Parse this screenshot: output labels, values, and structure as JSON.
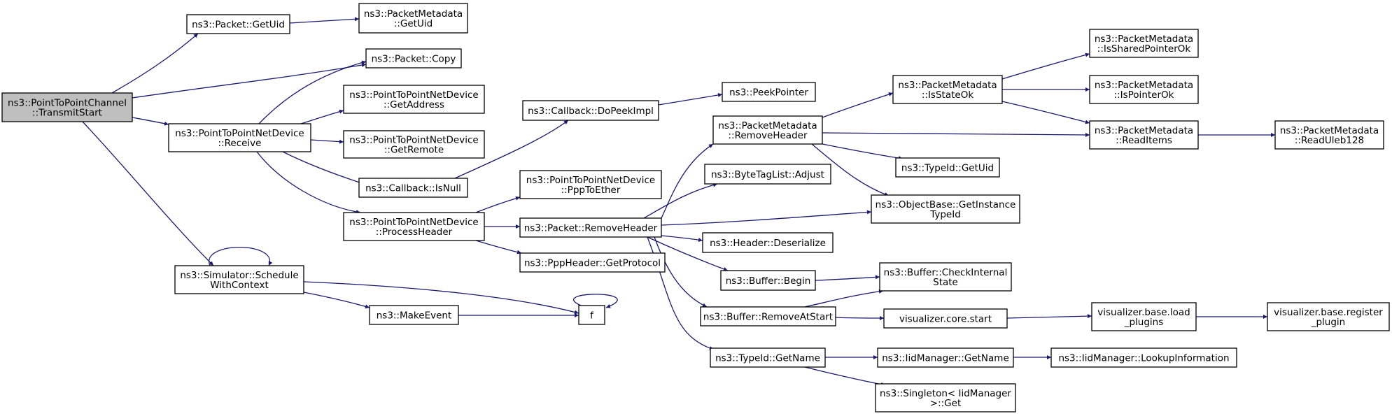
{
  "nodes": [
    {
      "id": "transmitstart",
      "lines": [
        "ns3::PointToPointChannel",
        "::TransmitStart"
      ],
      "root": true
    },
    {
      "id": "packet-getuid",
      "lines": [
        "ns3::Packet::GetUid"
      ]
    },
    {
      "id": "pm-getuid",
      "lines": [
        "ns3::PacketMetadata",
        "::GetUid"
      ]
    },
    {
      "id": "packet-copy",
      "lines": [
        "ns3::Packet::Copy"
      ]
    },
    {
      "id": "p2p-receive",
      "lines": [
        "ns3::PointToPointNetDevice",
        "::Receive"
      ]
    },
    {
      "id": "p2p-getaddress",
      "lines": [
        "ns3::PointToPointNetDevice",
        "::GetAddress"
      ]
    },
    {
      "id": "p2p-getremote",
      "lines": [
        "ns3::PointToPointNetDevice",
        "::GetRemote"
      ]
    },
    {
      "id": "callback-isnull",
      "lines": [
        "ns3::Callback::IsNull"
      ]
    },
    {
      "id": "callback-dopeekimpl",
      "lines": [
        "ns3::Callback::DoPeekImpl"
      ]
    },
    {
      "id": "peekpointer",
      "lines": [
        "ns3::PeekPointer"
      ]
    },
    {
      "id": "p2p-ppptoether",
      "lines": [
        "ns3::PointToPointNetDevice",
        "::PppToEther"
      ]
    },
    {
      "id": "p2p-processheader",
      "lines": [
        "ns3::PointToPointNetDevice",
        "::ProcessHeader"
      ]
    },
    {
      "id": "packet-removeheader",
      "lines": [
        "ns3::Packet::RemoveHeader"
      ]
    },
    {
      "id": "pppheader-getprotocol",
      "lines": [
        "ns3::PppHeader::GetProtocol"
      ]
    },
    {
      "id": "pm-removeheader",
      "lines": [
        "ns3::PacketMetadata",
        "::RemoveHeader"
      ]
    },
    {
      "id": "bytetaglist-adjust",
      "lines": [
        "ns3::ByteTagList::Adjust"
      ]
    },
    {
      "id": "header-deserialize",
      "lines": [
        "ns3::Header::Deserialize"
      ]
    },
    {
      "id": "buffer-begin",
      "lines": [
        "ns3::Buffer::Begin"
      ]
    },
    {
      "id": "buffer-removeatstart",
      "lines": [
        "ns3::Buffer::RemoveAtStart"
      ]
    },
    {
      "id": "typeid-getname",
      "lines": [
        "ns3::TypeId::GetName"
      ]
    },
    {
      "id": "pm-isstateok",
      "lines": [
        "ns3::PacketMetadata",
        "::IsStateOk"
      ]
    },
    {
      "id": "typeid-getuid",
      "lines": [
        "ns3::TypeId::GetUid"
      ]
    },
    {
      "id": "objectbase-getinstancetypeid",
      "lines": [
        "ns3::ObjectBase::GetInstance",
        "TypeId"
      ]
    },
    {
      "id": "pm-issharedpointerok",
      "lines": [
        "ns3::PacketMetadata",
        "::IsSharedPointerOk"
      ]
    },
    {
      "id": "pm-ispointerok",
      "lines": [
        "ns3::PacketMetadata",
        "::IsPointerOk"
      ]
    },
    {
      "id": "pm-readitems",
      "lines": [
        "ns3::PacketMetadata",
        "::ReadItems"
      ]
    },
    {
      "id": "pm-readuleb128",
      "lines": [
        "ns3::PacketMetadata",
        "::ReadUleb128"
      ]
    },
    {
      "id": "buffer-checkinternalstate",
      "lines": [
        "ns3::Buffer::CheckInternal",
        "State"
      ]
    },
    {
      "id": "visualizer-core-start",
      "lines": [
        "visualizer.core.start"
      ]
    },
    {
      "id": "visualizer-base-load-plugins",
      "lines": [
        "visualizer.base.load",
        "_plugins"
      ]
    },
    {
      "id": "visualizer-base-register-plugin",
      "lines": [
        "visualizer.base.register",
        "_plugin"
      ]
    },
    {
      "id": "iidmanager-getname",
      "lines": [
        "ns3::IidManager::GetName"
      ]
    },
    {
      "id": "iidmanager-lookupinformation",
      "lines": [
        "ns3::IidManager::LookupInformation"
      ]
    },
    {
      "id": "singleton-iidmanager-get",
      "lines": [
        "ns3::Singleton< IidManager",
        ">::Get"
      ]
    },
    {
      "id": "simulator-schedulewithcontext",
      "lines": [
        "ns3::Simulator::Schedule",
        "WithContext"
      ]
    },
    {
      "id": "makeevent",
      "lines": [
        "ns3::MakeEvent"
      ]
    },
    {
      "id": "f",
      "lines": [
        "f"
      ]
    }
  ],
  "edges": [
    [
      "transmitstart",
      "packet-getuid"
    ],
    [
      "transmitstart",
      "packet-copy"
    ],
    [
      "transmitstart",
      "p2p-receive"
    ],
    [
      "transmitstart",
      "simulator-schedulewithcontext"
    ],
    [
      "packet-getuid",
      "pm-getuid"
    ],
    [
      "p2p-receive",
      "packet-copy"
    ],
    [
      "p2p-receive",
      "p2p-getaddress"
    ],
    [
      "p2p-receive",
      "p2p-getremote"
    ],
    [
      "p2p-receive",
      "callback-isnull"
    ],
    [
      "p2p-receive",
      "p2p-processheader"
    ],
    [
      "callback-isnull",
      "callback-dopeekimpl"
    ],
    [
      "callback-dopeekimpl",
      "peekpointer"
    ],
    [
      "p2p-processheader",
      "p2p-ppptoether"
    ],
    [
      "p2p-processheader",
      "packet-removeheader"
    ],
    [
      "p2p-processheader",
      "pppheader-getprotocol"
    ],
    [
      "packet-removeheader",
      "pm-removeheader"
    ],
    [
      "packet-removeheader",
      "bytetaglist-adjust"
    ],
    [
      "packet-removeheader",
      "objectbase-getinstancetypeid"
    ],
    [
      "packet-removeheader",
      "header-deserialize"
    ],
    [
      "packet-removeheader",
      "buffer-begin"
    ],
    [
      "packet-removeheader",
      "buffer-removeatstart"
    ],
    [
      "packet-removeheader",
      "typeid-getname"
    ],
    [
      "pm-removeheader",
      "pm-isstateok"
    ],
    [
      "pm-removeheader",
      "pm-readitems"
    ],
    [
      "pm-removeheader",
      "typeid-getuid"
    ],
    [
      "pm-removeheader",
      "objectbase-getinstancetypeid"
    ],
    [
      "pm-isstateok",
      "pm-issharedpointerok"
    ],
    [
      "pm-isstateok",
      "pm-ispointerok"
    ],
    [
      "pm-isstateok",
      "pm-readitems"
    ],
    [
      "pm-readitems",
      "pm-readuleb128"
    ],
    [
      "buffer-begin",
      "buffer-checkinternalstate"
    ],
    [
      "buffer-removeatstart",
      "buffer-checkinternalstate"
    ],
    [
      "buffer-removeatstart",
      "visualizer-core-start"
    ],
    [
      "visualizer-core-start",
      "visualizer-base-load-plugins"
    ],
    [
      "visualizer-base-load-plugins",
      "visualizer-base-register-plugin"
    ],
    [
      "typeid-getname",
      "iidmanager-getname"
    ],
    [
      "typeid-getname",
      "singleton-iidmanager-get"
    ],
    [
      "iidmanager-getname",
      "iidmanager-lookupinformation"
    ],
    [
      "simulator-schedulewithcontext",
      "simulator-schedulewithcontext"
    ],
    [
      "simulator-schedulewithcontext",
      "f"
    ],
    [
      "simulator-schedulewithcontext",
      "makeevent"
    ],
    [
      "makeevent",
      "f"
    ],
    [
      "f",
      "f"
    ]
  ],
  "colors": {
    "edge": "#191970",
    "node_border": "#000000",
    "root_fill": "#bfbfbf",
    "node_fill": "#ffffff"
  }
}
